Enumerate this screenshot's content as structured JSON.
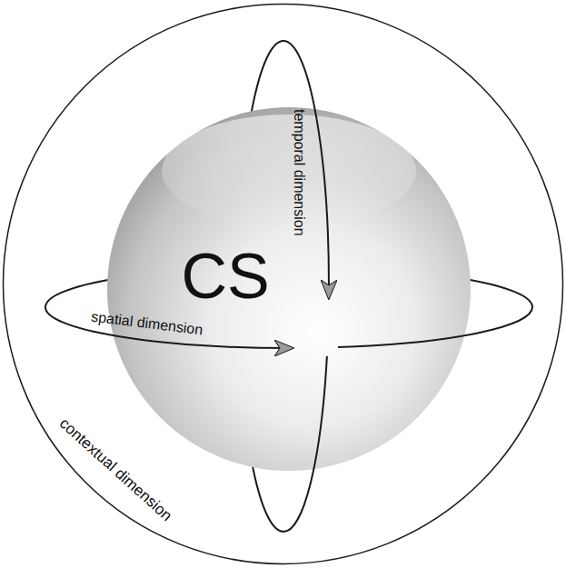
{
  "diagram": {
    "nodes": [
      {
        "text": [
          "contextual dimension"
        ]
      },
      {
        "text": [
          "CS"
        ],
        "in": 0
      }
    ],
    "labels": [
      "temporal dimension",
      "spatial dimension"
    ]
  }
}
